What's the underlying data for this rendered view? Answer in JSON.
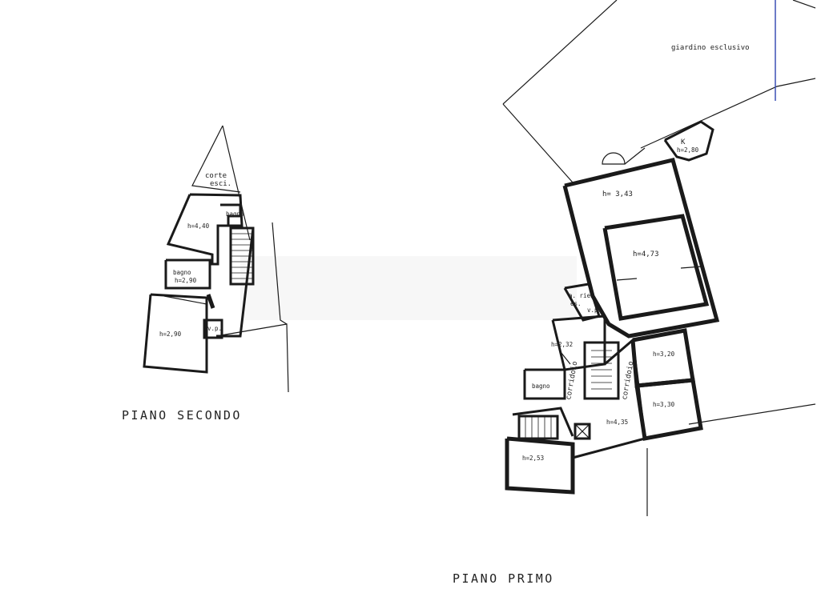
{
  "titles": {
    "second_floor": "PIANO SECONDO",
    "first_floor": "PIANO PRIMO"
  },
  "second_floor": {
    "courtyard": [
      "corte",
      "esci."
    ],
    "bathroom_top": "bagno",
    "room_top": "h=4,40",
    "bathroom_mid": "bagno",
    "bathroom_mid_h": "h=2,90",
    "room_bottom": "h=2,90",
    "vp": "v.p."
  },
  "first_floor": {
    "garden": "giardino esclusivo",
    "k_room": "K",
    "k_height": "h=2,80",
    "room_north": "h= 3,43",
    "room_large": "h=4,73",
    "light_well": [
      "a. rie",
      "es."
    ],
    "vp": "v.p.",
    "room_west": "h=2,32",
    "bathroom": "bagno",
    "corridor_1": "corridoio",
    "corridor_2": "corridoio",
    "room_se_1": "h=3,20",
    "room_se_2": "h=3,30",
    "room_entry": "h=4,35",
    "room_sw": "h=2,53"
  }
}
